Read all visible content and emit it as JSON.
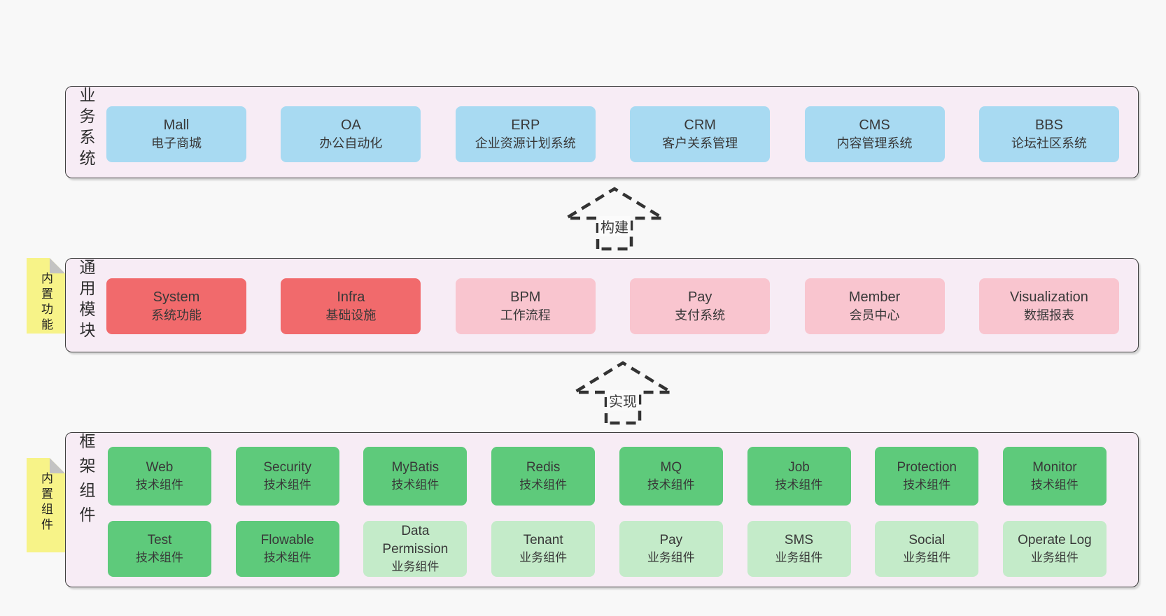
{
  "colors": {
    "page-bg": "#f8f8f8",
    "band-bg": "#f7ecf5",
    "band-border": "#3f3f3f",
    "blue": "#a8daf2",
    "red": "#f16a6c",
    "pink": "#f9c5cf",
    "green": "#5eca7b",
    "lightgreen": "#c4ebc9",
    "sticky": "#f7f388",
    "fold": "#c3c3c3",
    "text": "#383838",
    "arrow": "#333333"
  },
  "arrows": [
    {
      "label": "构建"
    },
    {
      "label": "实现"
    }
  ],
  "bands": [
    {
      "label": "业务系统",
      "boxes": [
        {
          "title": "Mall",
          "subtitle": "电子商城",
          "variant": "blue"
        },
        {
          "title": "OA",
          "subtitle": "办公自动化",
          "variant": "blue"
        },
        {
          "title": "ERP",
          "subtitle": "企业资源计划系统",
          "variant": "blue"
        },
        {
          "title": "CRM",
          "subtitle": "客户关系管理",
          "variant": "blue"
        },
        {
          "title": "CMS",
          "subtitle": "内容管理系统",
          "variant": "blue"
        },
        {
          "title": "BBS",
          "subtitle": "论坛社区系统",
          "variant": "blue"
        }
      ]
    },
    {
      "label": "通用模块",
      "sticky": "内置功能",
      "boxes": [
        {
          "title": "System",
          "subtitle": "系统功能",
          "variant": "red"
        },
        {
          "title": "Infra",
          "subtitle": "基础设施",
          "variant": "red"
        },
        {
          "title": "BPM",
          "subtitle": "工作流程",
          "variant": "pink"
        },
        {
          "title": "Pay",
          "subtitle": "支付系统",
          "variant": "pink"
        },
        {
          "title": "Member",
          "subtitle": "会员中心",
          "variant": "pink"
        },
        {
          "title": "Visualization",
          "subtitle": "数据报表",
          "variant": "pink"
        }
      ]
    },
    {
      "label": "框架组件",
      "sticky": "内置组件",
      "rows": [
        [
          {
            "title": "Web",
            "subtitle": "技术组件",
            "variant": "green"
          },
          {
            "title": "Security",
            "subtitle": "技术组件",
            "variant": "green"
          },
          {
            "title": "MyBatis",
            "subtitle": "技术组件",
            "variant": "green"
          },
          {
            "title": "Redis",
            "subtitle": "技术组件",
            "variant": "green"
          },
          {
            "title": "MQ",
            "subtitle": "技术组件",
            "variant": "green"
          },
          {
            "title": "Job",
            "subtitle": "技术组件",
            "variant": "green"
          },
          {
            "title": "Protection",
            "subtitle": "技术组件",
            "variant": "green"
          },
          {
            "title": "Monitor",
            "subtitle": "技术组件",
            "variant": "green"
          }
        ],
        [
          {
            "title": "Test",
            "subtitle": "技术组件",
            "variant": "green"
          },
          {
            "title": "Flowable",
            "subtitle": "技术组件",
            "variant": "green"
          },
          {
            "title": "Data Permission",
            "subtitle": "业务组件",
            "variant": "lightgreen"
          },
          {
            "title": "Tenant",
            "subtitle": "业务组件",
            "variant": "lightgreen"
          },
          {
            "title": "Pay",
            "subtitle": "业务组件",
            "variant": "lightgreen"
          },
          {
            "title": "SMS",
            "subtitle": "业务组件",
            "variant": "lightgreen"
          },
          {
            "title": "Social",
            "subtitle": "业务组件",
            "variant": "lightgreen"
          },
          {
            "title": "Operate Log",
            "subtitle": "业务组件",
            "variant": "lightgreen"
          }
        ]
      ]
    }
  ]
}
